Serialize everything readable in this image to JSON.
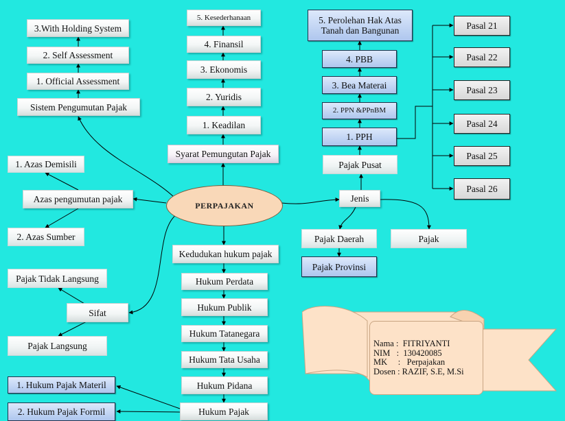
{
  "center": "PERPAJAKAN",
  "sistem": {
    "root": "Sistem Pengumutan Pajak",
    "items": [
      "1. Official Assessment",
      "2. Self Assessment",
      "3.With Holding System"
    ]
  },
  "syarat": {
    "root": "Syarat Pemungutan Pajak",
    "items": [
      "1. Keadilan",
      "2. Yuridis",
      "3. Ekonomis",
      "4. Finansil",
      "5. Kesederhanaan"
    ]
  },
  "jenis": {
    "root": "Jenis",
    "pusat": "Pajak Pusat",
    "pusat_items": [
      "1. PPH",
      "2. PPN &PPnBM",
      "3. Bea Materai",
      "4. PBB",
      "5. Perolehan Hak Atas Tanah dan Bangunan"
    ],
    "pasal": [
      "Pasal 21",
      "Pasal 22",
      "Pasal 23",
      "Pasal 24",
      "Pasal 25",
      "Pasal 26"
    ],
    "daerah": "Pajak Daerah",
    "provinsi": "Pajak Provinsi",
    "pajak": "Pajak"
  },
  "azas": {
    "root": "Azas pengumutan pajak",
    "items": [
      "1. Azas Demisili",
      "2. Azas Sumber"
    ]
  },
  "sifat": {
    "root": "Sifat",
    "items": [
      "Pajak Tidak Langsung",
      "Pajak Langsung"
    ]
  },
  "kedudukan": {
    "root": "Kedudukan hukum pajak",
    "items": [
      "Hukum Perdata",
      "Hukum Publik",
      "Hukum Tatanegara",
      "Hukum Tata Usaha",
      "Hukum Pidana",
      "Hukum Pajak"
    ]
  },
  "hukum_pajak_items": [
    "1. Hukum Pajak Materil",
    "2. Hukum Pajak Formil"
  ],
  "card": {
    "nama": "Nama :  FITRIYANTI",
    "nim": "NIM   :  130420085",
    "mk": "MK     :   Perpajakan",
    "dosen": "Dosen : RAZIF, S.E, M.Si"
  },
  "colors": {
    "background": "#22e8e0",
    "ellipse_fill": "#f9d8b8",
    "blue_box": "#aec6ee",
    "gray_box": "#d8d8d8",
    "card_fill": "#fde2c8"
  }
}
